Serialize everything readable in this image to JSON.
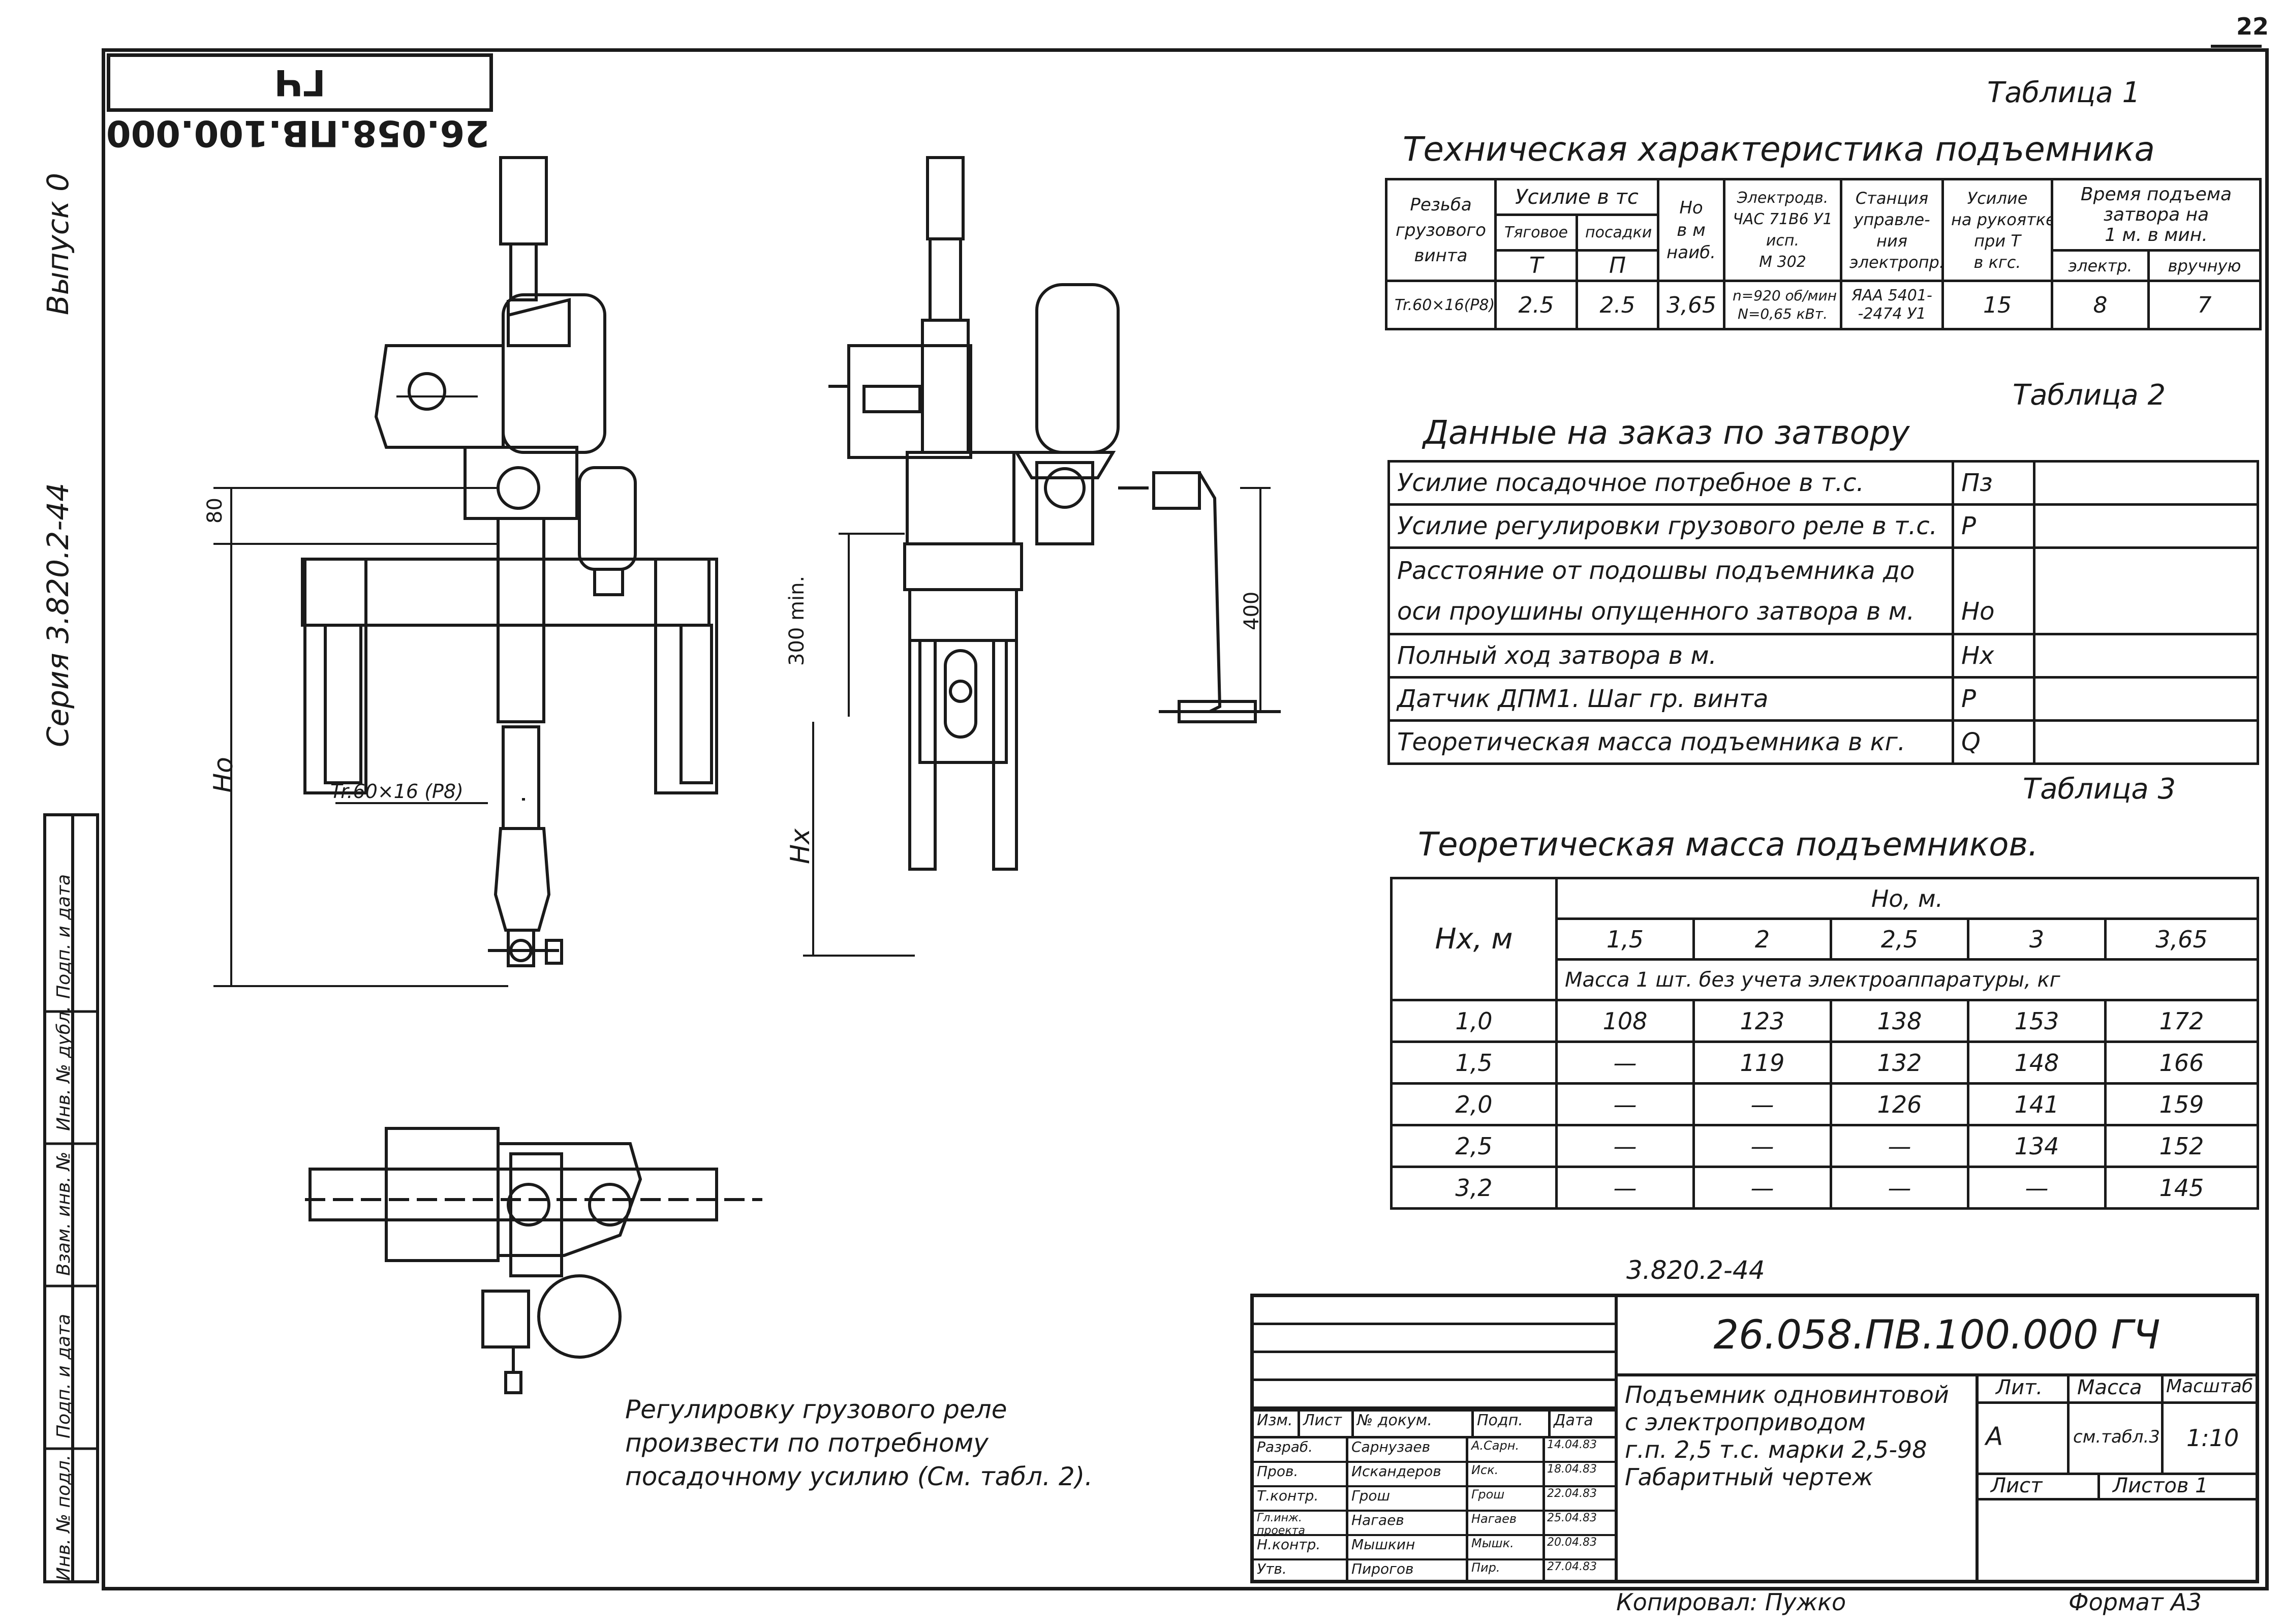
{
  "page_number": "22",
  "stamp_top": "26.058.ПВ.100.000 ГЧ",
  "side": {
    "series": "Серия 3.820.2-44",
    "issue": "Выпуск 0",
    "boxes": [
      "Подп. и дата",
      "Инв. № дубл.",
      "Взам. инв. №",
      "Подп. и дата",
      "Инв. № подл."
    ]
  },
  "drawing": {
    "dim_80": "80",
    "dim_300": "300 min.",
    "dim_400": "400",
    "label_ho": "Но",
    "label_hx": "Нх",
    "label_thread": "Tr.60×16 (P8)",
    "note": [
      "Регулировку грузового реле",
      "произвести по потребному",
      "посадочному усилию (См. табл. 2)."
    ]
  },
  "table1": {
    "caption": "Таблица 1",
    "title": "Техническая характеристика подъемника",
    "h_thread": [
      "Резьба",
      "грузового",
      "винта"
    ],
    "h_force": "Усилие в тс",
    "h_traction": "Тяговое",
    "h_landing": "посадки",
    "h_T": "Т",
    "h_P": "П",
    "h_ho": [
      "Но",
      "в м",
      "наиб."
    ],
    "h_motor": [
      "Электродв.",
      "ЧАС 71В6 У1",
      "исп.",
      "М 302"
    ],
    "h_station": [
      "Станция",
      "управле-",
      "ния",
      "электропр."
    ],
    "h_handle": [
      "Усилие",
      "на рукоятке",
      "при Т",
      "в кгс."
    ],
    "h_time": [
      "Время подъема",
      "затвора на",
      "1 м. в мин."
    ],
    "h_electric": "электр.",
    "h_manual": "вручную",
    "row": {
      "thread": "Tr.60×16(P8)",
      "T": "2.5",
      "P": "2.5",
      "ho": "3,65",
      "motor": [
        "n=920 об/мин",
        "N=0,65 кВт."
      ],
      "station": [
        "ЯАА 5401-",
        "-2474 У1"
      ],
      "handle": "15",
      "electric": "8",
      "manual": "7"
    }
  },
  "table2": {
    "caption": "Таблица 2",
    "title": "Данные на заказ по затвору",
    "rows": [
      {
        "label": "Усилие посадочное потребное в т.с.",
        "sym": "Пз"
      },
      {
        "label": "Усилие регулировки грузового реле в т.с.",
        "sym": "Р"
      },
      {
        "label": "Расстояние от подошвы подъемника до",
        "label2": "оси проушины опущенного затвора в м.",
        "sym": "Но"
      },
      {
        "label": "Полный ход затвора в м.",
        "sym": "Нх"
      },
      {
        "label": "Датчик ДПМ1. Шаг гр. винта",
        "sym": "Р"
      },
      {
        "label": "Теоретическая масса подъемника в кг.",
        "sym": "Q"
      }
    ]
  },
  "table3": {
    "caption": "Таблица 3",
    "title": "Теоретическая масса подъемников.",
    "h_hx": "Нх, м",
    "h_ho": "Но, м.",
    "ho_values": [
      "1,5",
      "2",
      "2,5",
      "3",
      "3,65"
    ],
    "subheader": "Масса 1 шт. без учета электроаппаратуры, кг",
    "rows": [
      {
        "hx": "1,0",
        "values": [
          "108",
          "123",
          "138",
          "153",
          "172"
        ]
      },
      {
        "hx": "1,5",
        "values": [
          "—",
          "119",
          "132",
          "148",
          "166"
        ]
      },
      {
        "hx": "2,0",
        "values": [
          "—",
          "—",
          "126",
          "141",
          "159"
        ]
      },
      {
        "hx": "2,5",
        "values": [
          "—",
          "—",
          "—",
          "134",
          "152"
        ]
      },
      {
        "hx": "3,2",
        "values": [
          "—",
          "—",
          "—",
          "—",
          "145"
        ]
      }
    ]
  },
  "title_block": {
    "series_ref": "3.820.2-44",
    "code": "26.058.ПВ.100.000 ГЧ",
    "name": [
      "Подъемник одновинтовой",
      "с электроприводом",
      "г.п. 2,5 т.с. марки 2,5-98",
      "Габаритный чертеж"
    ],
    "h_lit": "Лит.",
    "h_mass": "Масса",
    "h_scale": "Масштаб",
    "lit": "А",
    "mass": "см.табл.3",
    "scale": "1:10",
    "sheet": "Лист",
    "sheets": "Листов 1",
    "col_headers": [
      "Изм.",
      "Лист",
      "№ докум.",
      "Подп.",
      "Дата"
    ],
    "staff": [
      {
        "role": "Разраб.",
        "name": "Сарнузаев",
        "sign": "А.Сарн.",
        "date": "14.04.83"
      },
      {
        "role": "Пров.",
        "name": "Искандеров",
        "sign": "Иск.",
        "date": "18.04.83"
      },
      {
        "role": "Т.контр.",
        "name": "Грош",
        "sign": "Грош",
        "date": "22.04.83"
      },
      {
        "role": "Гл.инж. проекта",
        "name": "Нагаев",
        "sign": "Нагаев",
        "date": "25.04.83"
      },
      {
        "role": "Н.контр.",
        "name": "Мышкин",
        "sign": "Мышк.",
        "date": "20.04.83"
      },
      {
        "role": "Утв.",
        "name": "Пирогов",
        "sign": "Пир.",
        "date": "27.04.83"
      }
    ],
    "copied": "Копировал: Пужко",
    "format": "Формат А3"
  },
  "colors": {
    "ink": "#1a1a1a",
    "paper": "#ffffff"
  }
}
